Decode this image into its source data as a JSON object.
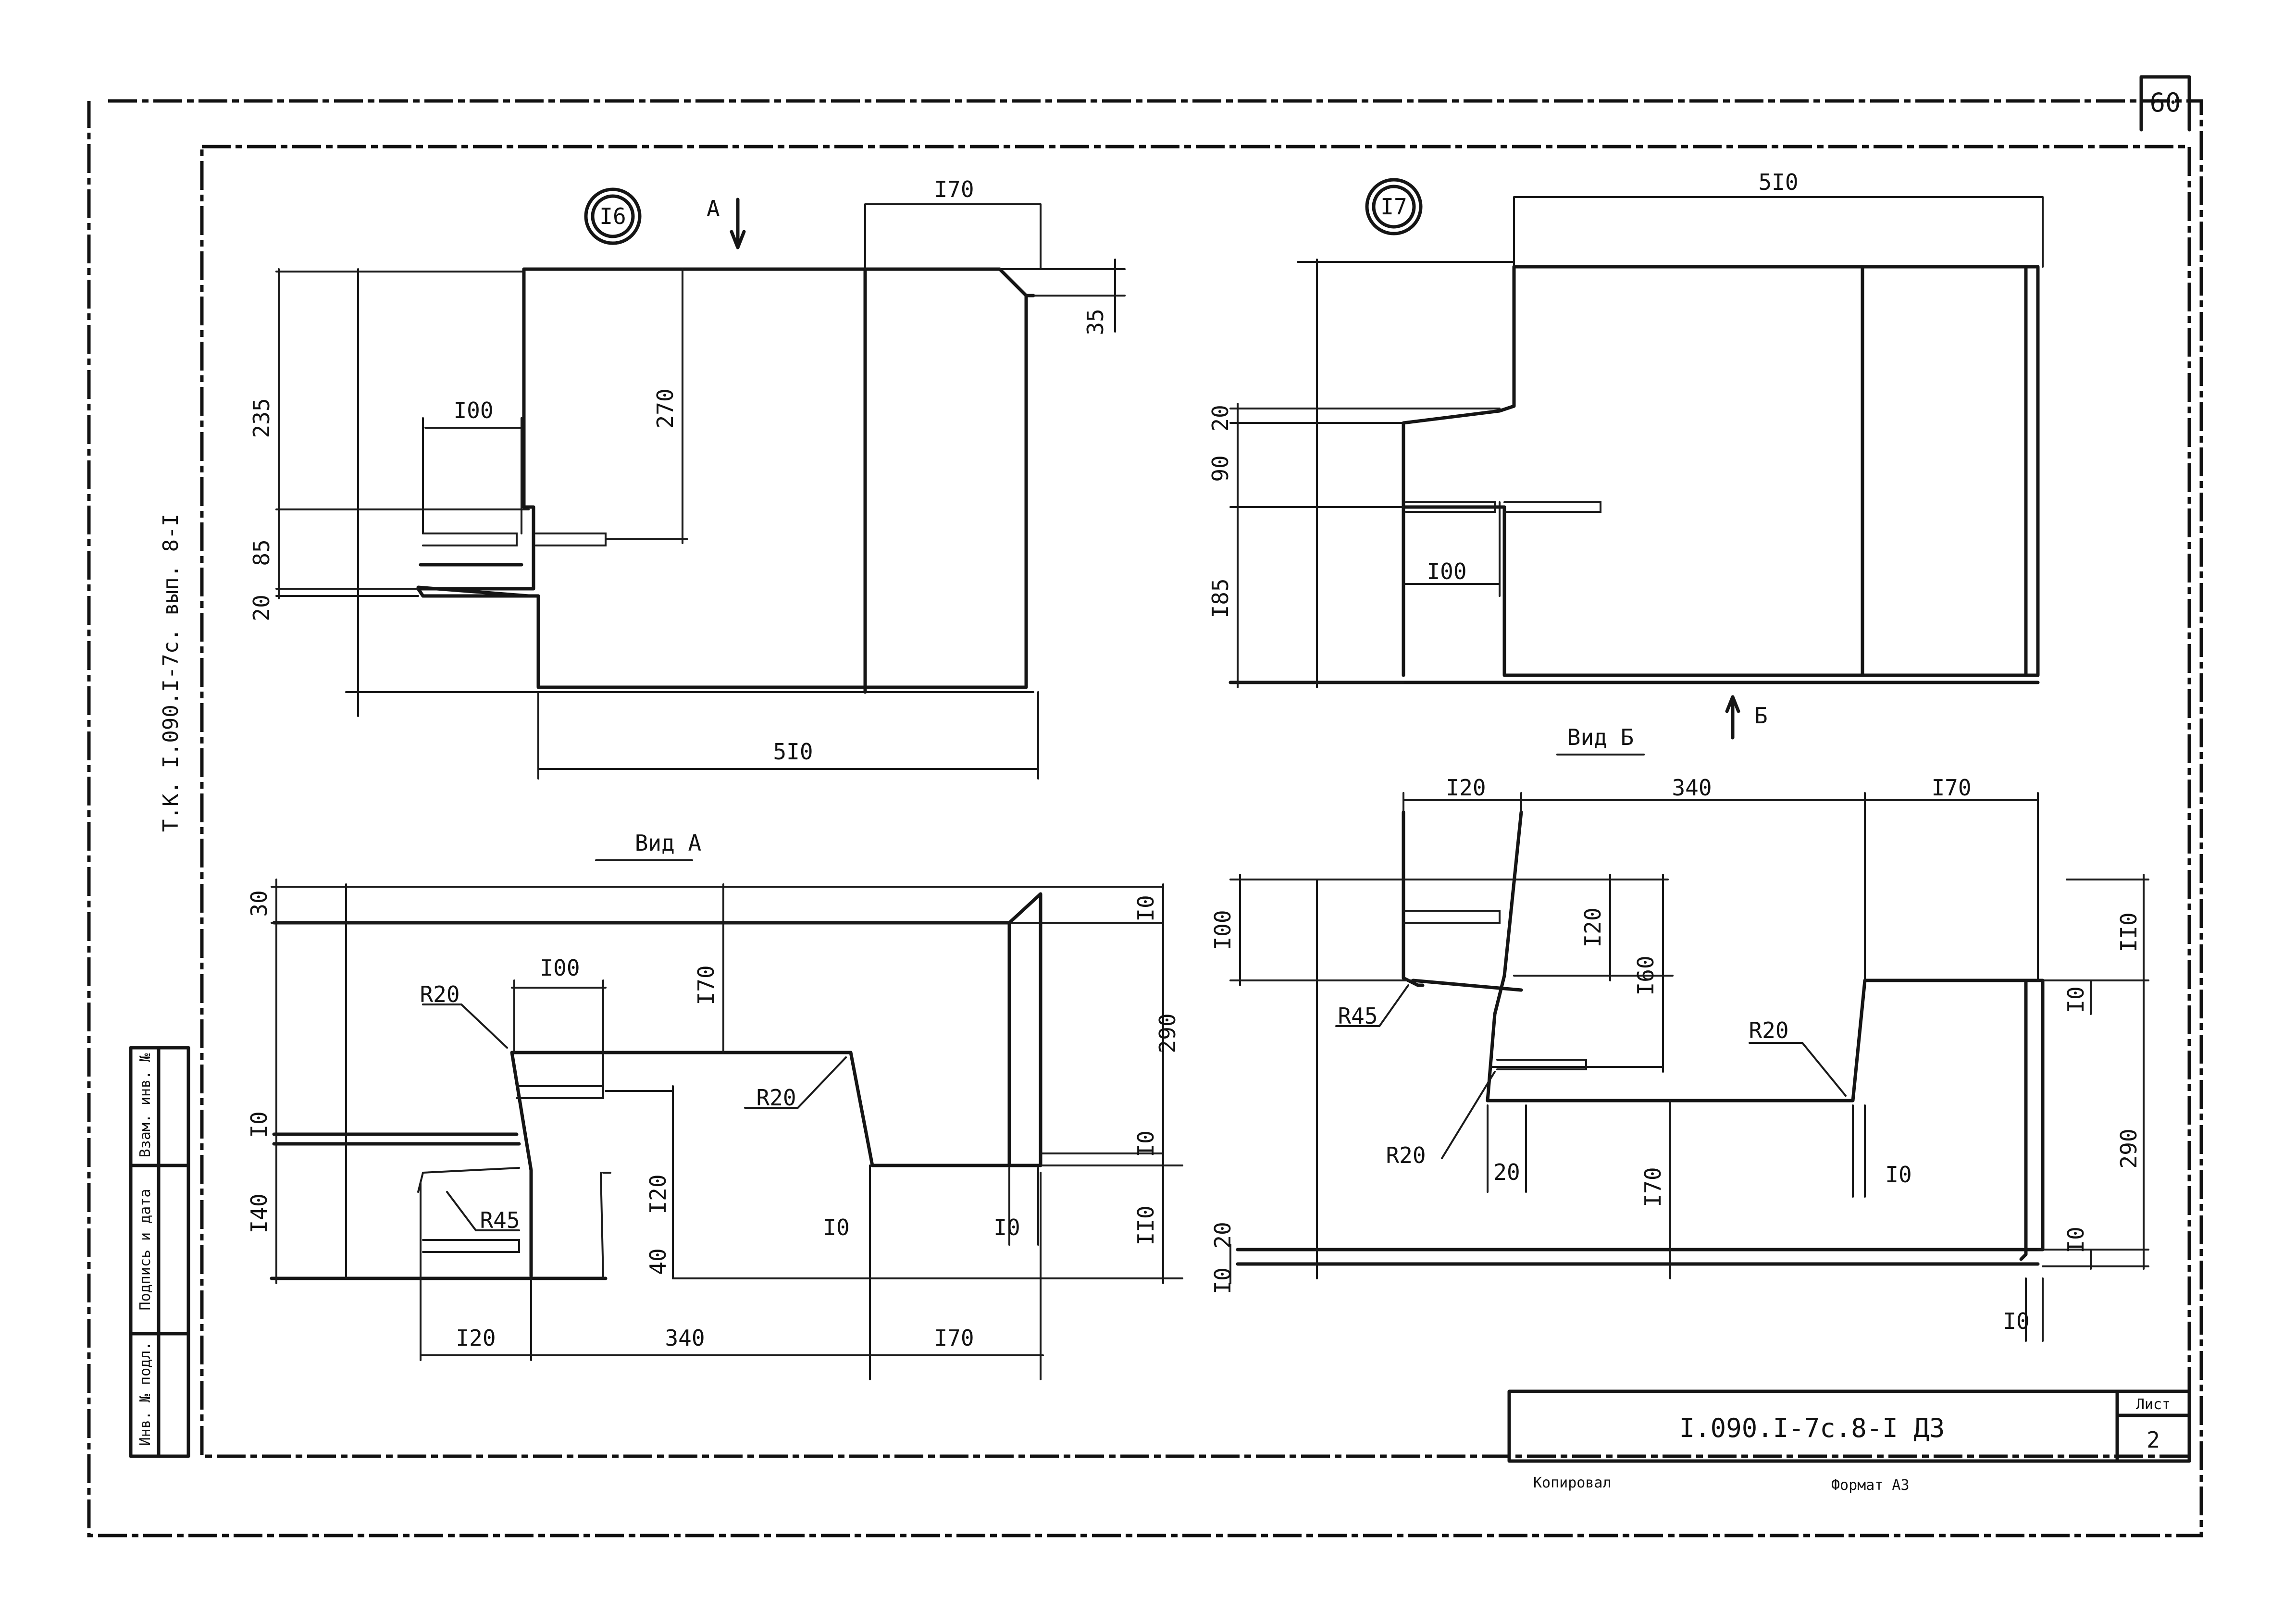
{
  "sheet": {
    "page_number": "60",
    "side_code": "Т.К.   I.090.I-7с.   вып. 8-I",
    "designation": "I.090.I-7с.8-I ДЗ",
    "list_label": "Лист",
    "list_number": "2",
    "copied_label": "Копировал",
    "format_label": "Формат А3",
    "stamp_labels": [
      "Инв. № подл.",
      "Подпись и дата",
      "Взам. инв. №"
    ]
  },
  "node16": {
    "marker": "I6",
    "view_arrow_label": "А",
    "dims": [
      "I70",
      "35",
      "235",
      "270",
      "I00",
      "85",
      "20",
      "5I0"
    ]
  },
  "node17": {
    "marker": "I7",
    "view_arrow_label": "Б",
    "dims": [
      "5I0",
      "20",
      "90",
      "I85",
      "I00"
    ]
  },
  "viewA": {
    "title": "Вид А",
    "dims": [
      "30",
      "I0",
      "I70",
      "I00",
      "290",
      "R20",
      "R20",
      "I0",
      "I0",
      "I40",
      "I20",
      "R45",
      "40",
      "I0",
      "I0",
      "II0",
      "I20",
      "340",
      "I70"
    ]
  },
  "viewB": {
    "title": "Вид Б",
    "dims": [
      "I20",
      "340",
      "I70",
      "I00",
      "I20",
      "I60",
      "II0",
      "R45",
      "R20",
      "I0",
      "R20",
      "20",
      "I70",
      "I0",
      "290",
      "20",
      "I0",
      "I0",
      "I0"
    ]
  }
}
